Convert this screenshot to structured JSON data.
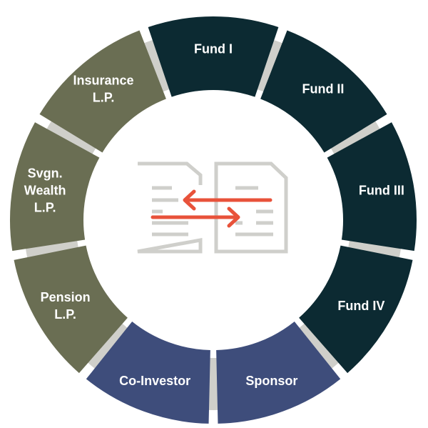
{
  "colors": {
    "fund": "#0c2a32",
    "lp": "#6a6e53",
    "investor": "#3e4d7b",
    "divider": "#cfcfca",
    "icon_doc": "#cfcfcb",
    "icon_arrow": "#e8523a",
    "background": "#ffffff"
  },
  "segments": [
    {
      "id": "fund-1",
      "lines": [
        "Fund I"
      ],
      "group": "fund"
    },
    {
      "id": "fund-2",
      "lines": [
        "Fund II"
      ],
      "group": "fund"
    },
    {
      "id": "fund-3",
      "lines": [
        "Fund III"
      ],
      "group": "fund"
    },
    {
      "id": "fund-4",
      "lines": [
        "Fund IV"
      ],
      "group": "fund"
    },
    {
      "id": "sponsor",
      "lines": [
        "Sponsor"
      ],
      "group": "investor"
    },
    {
      "id": "co-investor",
      "lines": [
        "Co-Investor"
      ],
      "group": "investor"
    },
    {
      "id": "pension-lp",
      "lines": [
        "Pension",
        "L.P."
      ],
      "group": "lp"
    },
    {
      "id": "svgn-wealth-lp",
      "lines": [
        "Svgn.",
        "Wealth",
        "L.P."
      ],
      "group": "lp"
    },
    {
      "id": "insurance-lp",
      "lines": [
        "Insurance",
        "L.P."
      ],
      "group": "lp"
    }
  ],
  "center_icon": "document-exchange-icon"
}
